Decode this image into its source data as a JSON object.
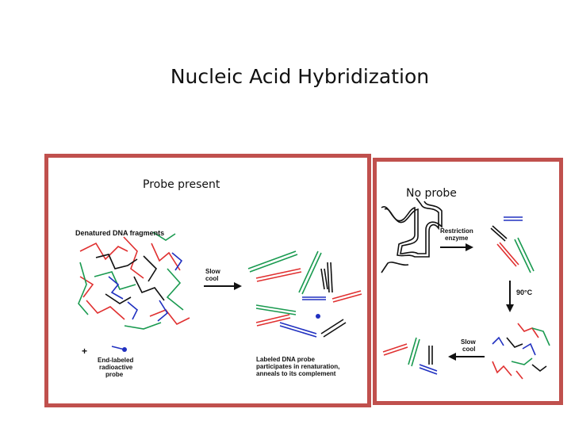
{
  "title": "Nucleic Acid Hybridization",
  "left_panel": {
    "label": "Probe present",
    "denatured_label": "Denatured DNA fragments",
    "arrow_label_1": "Slow",
    "arrow_label_2": "cool",
    "plus_sign": "+",
    "probe_label_1": "End-labeled",
    "probe_label_2": "radioactive",
    "probe_label_3": "probe",
    "result_label_1": "Labeled DNA probe",
    "result_label_2": "participates in renaturation,",
    "result_label_3": "anneals to its complement"
  },
  "right_panel": {
    "label": "No probe",
    "restriction_label_1": "Restriction",
    "restriction_label_2": "enzyme",
    "temp_label": "90°C",
    "slow_cool_1": "Slow",
    "slow_cool_2": "cool"
  },
  "colors": {
    "border": "#c0504d",
    "red_strand": "#e03030",
    "green_strand": "#1a9a50",
    "blue_strand": "#2030c0",
    "black_strand": "#111111"
  }
}
